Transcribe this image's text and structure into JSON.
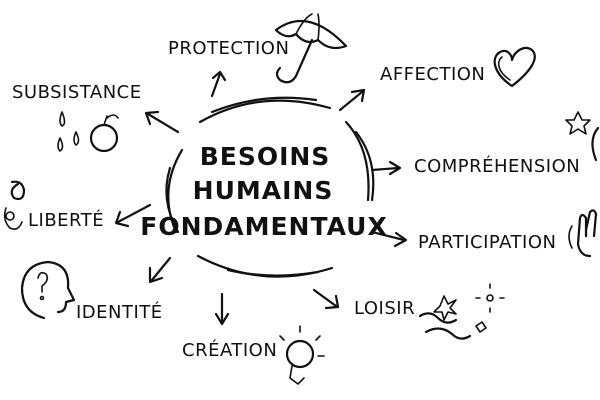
{
  "center": {
    "lines": [
      "BESOINS",
      "HUMAINS",
      "FONDAMENTAUX"
    ]
  },
  "needs": {
    "protection": "PROTECTION",
    "affection": "AFFECTION",
    "subsistance": "SUBSISTANCE",
    "comprehension": "COMPRÉHENSION",
    "liberte": "LIBERTÉ",
    "participation": "PARTICIPATION",
    "identite": "IDENTITÉ",
    "loisir": "LOISIR",
    "creation": "CRÉATION"
  },
  "icons": {
    "protection": "umbrella-icon",
    "affection": "heart-icon",
    "subsistance": "water-drops-and-apple-icon",
    "comprehension": "stars-icon",
    "liberte": "spiral-icon",
    "participation": "raised-hand-icon",
    "identite": "head-question-icon",
    "loisir": "fireworks-icon",
    "creation": "lightbulb-icon"
  },
  "colors": {
    "ink": "#111111",
    "background": "#ffffff"
  }
}
